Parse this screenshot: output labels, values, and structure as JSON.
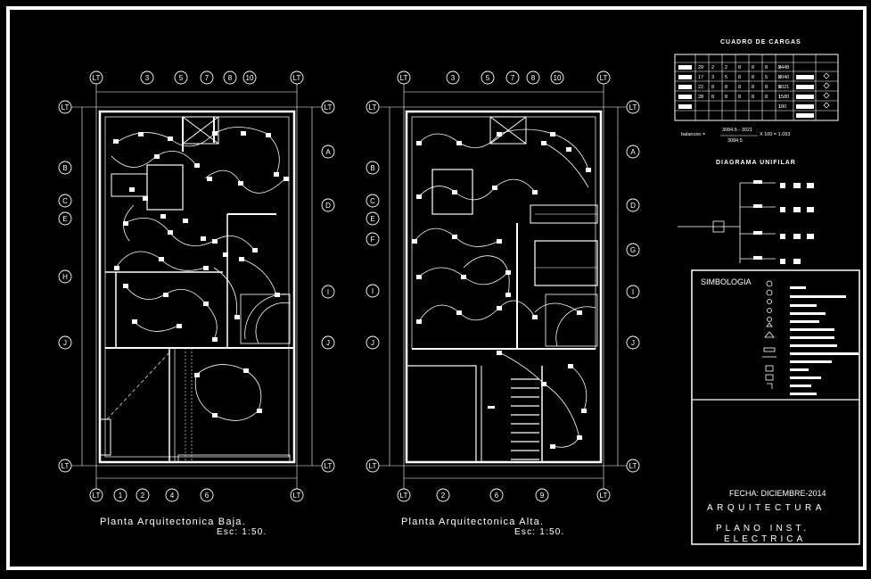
{
  "plans": [
    {
      "title": "Planta Arquitectonica Baja.",
      "scale": "Esc: 1:50.",
      "top_axes": [
        "LT",
        "3",
        "5",
        "7",
        "8",
        "10",
        "LT"
      ],
      "bottom_axes": [
        "LT",
        "1",
        "2",
        "4",
        "6",
        "LT"
      ],
      "left_axes": [
        "LT",
        "B",
        "C",
        "E",
        "H",
        "J",
        "LT"
      ],
      "right_axes": [
        "LT",
        "A",
        "D",
        "I",
        "J",
        "LT"
      ]
    },
    {
      "title": "Planta Arquitectonica Alta.",
      "scale": "Esc: 1:50.",
      "top_axes": [
        "LT",
        "3",
        "5",
        "7",
        "8",
        "10",
        "LT"
      ],
      "bottom_axes": [
        "LT",
        "2",
        "6",
        "9",
        "LT"
      ],
      "left_axes": [
        "LT",
        "B",
        "C",
        "E",
        "F",
        "I",
        "J",
        "LT"
      ],
      "right_axes": [
        "LT",
        "A",
        "D",
        "G",
        "I",
        "J",
        "LT"
      ]
    }
  ],
  "load_table": {
    "title": "CUADRO DE CARGAS",
    "rows": [
      [
        "29",
        "2",
        "2",
        "8",
        "8",
        "8",
        "8",
        "2448"
      ],
      [
        "17",
        "3",
        "5",
        "8",
        "8",
        "5",
        "8",
        "2040"
      ],
      [
        "22",
        "8",
        "8",
        "8",
        "8",
        "8",
        "8",
        "1021"
      ],
      [
        "28",
        "8",
        "8",
        "8",
        "8",
        "8",
        "1",
        "1580"
      ],
      [
        "",
        "",
        "",
        "",
        "",
        "",
        "1",
        "180"
      ]
    ],
    "balance": "balanceo = ",
    "balance_num": "3084.5 - 3021",
    "balance_den": "3084.5",
    "balance_tail": "X 100 = 1.093"
  },
  "single_line": {
    "title": "DIAGRAMA UNIFILAR"
  },
  "symbology": {
    "title": "SIMBOLOGIA"
  },
  "title_block": {
    "date": "FECHA: DICIEMBRE-2014",
    "discipline": "ARQUITECTURA",
    "plan_line1": "PLANO INST.",
    "plan_line2": "ELECTRICA"
  }
}
